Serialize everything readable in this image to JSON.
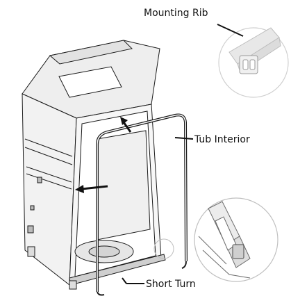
{
  "labels": {
    "mounting_rib": "Mounting Rib",
    "tub_interior": "Tub Interior",
    "short_turn": "Short Turn"
  },
  "colors": {
    "line": "#1a1a1a",
    "tub_fill": "#f4f4f4",
    "tub_shadow": "#d9d9d9",
    "detail_fill": "#e6e6e6",
    "gasket": "#ffffff"
  }
}
